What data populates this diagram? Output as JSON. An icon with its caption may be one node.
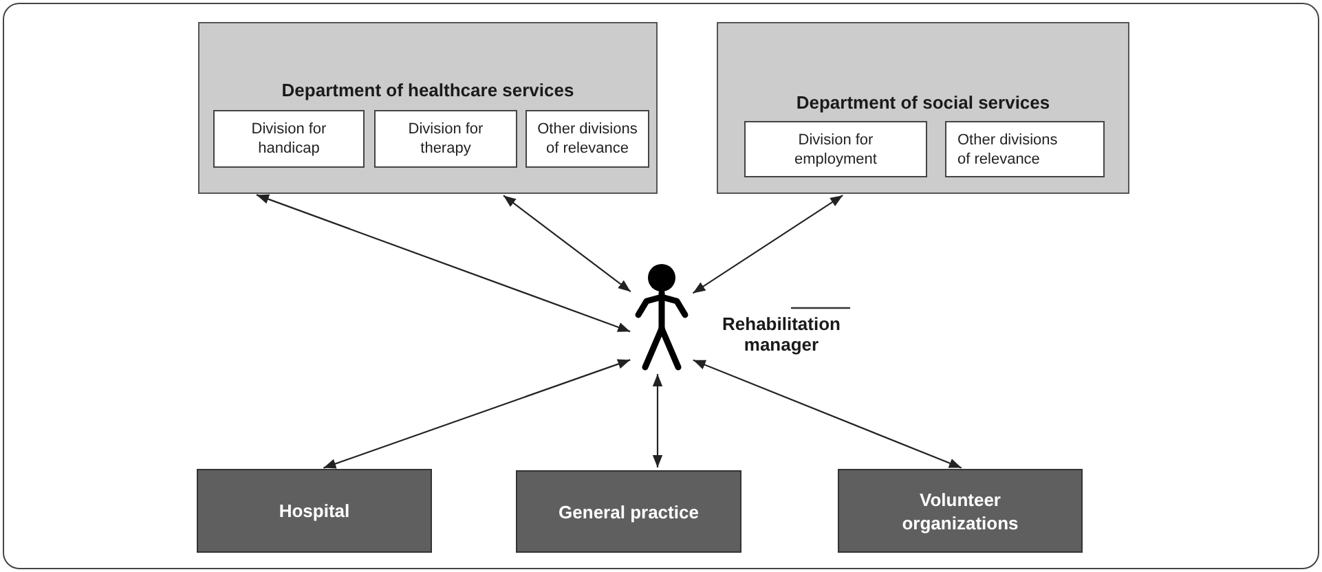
{
  "diagram": {
    "nodes": [
      {
        "text": [
          "Department of healthcare services"
        ]
      },
      {
        "text": [
          "Division for handicap"
        ],
        "in": 0
      },
      {
        "text": [
          "Division for therapy"
        ],
        "in": 0
      },
      {
        "text": [
          "Other divisions of relevance"
        ],
        "in": 0
      },
      {
        "text": [
          "Department of social services"
        ]
      },
      {
        "text": [
          "Division for employment"
        ],
        "in": 4
      },
      {
        "text": [
          "Other divisions of relevance"
        ],
        "in": 4
      },
      {
        "text": [],
        "shape": "person",
        "beside": [
          "Rehabilitation manager"
        ]
      },
      {
        "text": [
          "Hospital"
        ]
      },
      {
        "text": [
          "General practice"
        ]
      },
      {
        "text": [
          "Volunteer organizations"
        ]
      }
    ],
    "edges": [
      {
        "from": 7,
        "to": 0,
        "arrow": "both"
      },
      {
        "from": 7,
        "to": 0,
        "arrow": "both"
      },
      {
        "from": 7,
        "to": 4,
        "arrow": "both"
      },
      {
        "from": 7,
        "to": 8,
        "arrow": "both"
      },
      {
        "from": 7,
        "to": 9,
        "arrow": "both"
      },
      {
        "from": 7,
        "to": 10,
        "arrow": "both"
      }
    ]
  }
}
